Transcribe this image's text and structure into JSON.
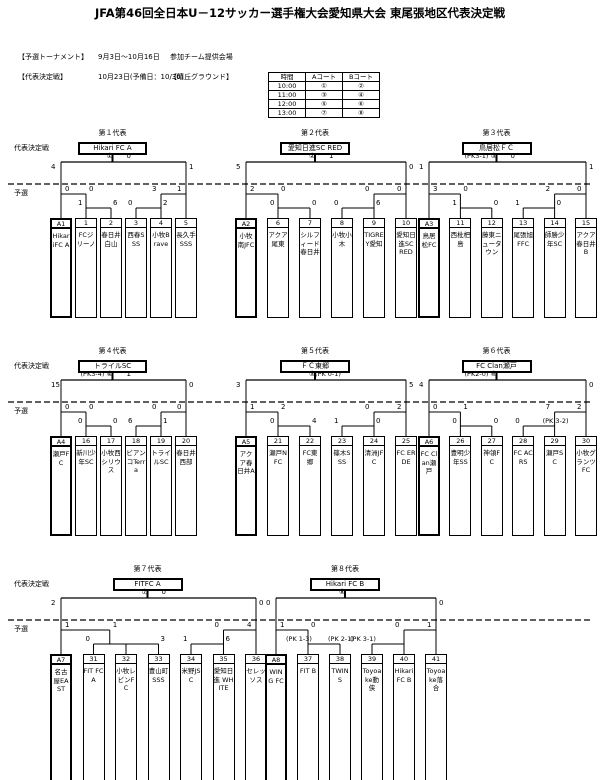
{
  "title": "JFA第46回全日本U－12サッカー選手権大会愛知県大会 東尾張地区代表決定戦",
  "info": {
    "prelim_label": "【予選トーナメント】",
    "prelim_dates": "9月3日～10月16日",
    "prelim_venue": "参加チーム提供会場",
    "final_label": "【代表決定戦】",
    "final_date": "10月23日(予備日：10/30)",
    "final_venue": "【晴丘グラウンド】"
  },
  "schedule": {
    "headers": [
      "時間",
      "Aコート",
      "Bコート"
    ],
    "rows": [
      [
        "10:00",
        "①",
        "②"
      ],
      [
        "11:00",
        "③",
        "④"
      ],
      [
        "12:00",
        "⑤",
        "⑥"
      ],
      [
        "13:00",
        "⑦",
        "⑧"
      ]
    ]
  },
  "labels": {
    "final": "代表決定戦",
    "prelim": "予選"
  },
  "groups": [
    {
      "rep": "第１代表",
      "winner": "Hikari FC A",
      "match": "①",
      "pk": "",
      "teams": [
        {
          "n": "A1",
          "name": "HikariFC A",
          "seed": true
        },
        {
          "n": "1",
          "name": "FCジリーノ"
        },
        {
          "n": "2",
          "name": "春日井白山"
        },
        {
          "n": "3",
          "name": "西春SSS"
        },
        {
          "n": "4",
          "name": "小牧Brave"
        },
        {
          "n": "5",
          "name": "長久手SSS"
        }
      ],
      "scores": [
        "4",
        "1",
        "0",
        "0",
        "3",
        "1",
        "1",
        "6",
        "0",
        "2",
        "0"
      ]
    },
    {
      "rep": "第２代表",
      "winner": "愛知日進SC RED",
      "match": "②",
      "pk": "",
      "teams": [
        {
          "n": "A2",
          "name": "小牧南JFC",
          "seed": true
        },
        {
          "n": "6",
          "name": "アクア尾東"
        },
        {
          "n": "7",
          "name": "シルフィード春日井"
        },
        {
          "n": "8",
          "name": "小牧小木"
        },
        {
          "n": "9",
          "name": "TIGREY愛知"
        },
        {
          "n": "10",
          "name": "愛知日進SC RED"
        }
      ],
      "scores": [
        "5",
        "0",
        "2",
        "0",
        "0",
        "0",
        "0",
        "0",
        "0",
        "6",
        "1"
      ]
    },
    {
      "rep": "第３代表",
      "winner": "鳥居松ＦＣ",
      "match": "③",
      "pk": "(PK3-1)",
      "teams": [
        {
          "n": "A3",
          "name": "鳥居松FC",
          "seed": true
        },
        {
          "n": "11",
          "name": "西枇杷島"
        },
        {
          "n": "12",
          "name": "藤東ニュータウン"
        },
        {
          "n": "13",
          "name": "尾張旭FFC"
        },
        {
          "n": "14",
          "name": "師勝少年SC"
        },
        {
          "n": "15",
          "name": "アクア春日井B"
        }
      ],
      "scores": [
        "1",
        "1",
        "3",
        "0",
        "2",
        "0",
        "1",
        "0",
        "1",
        "0",
        "0"
      ]
    },
    {
      "rep": "第４代表",
      "winner": "トライルSC",
      "match": "④",
      "pk": "(PK3-4)",
      "teams": [
        {
          "n": "A4",
          "name": "瀬戸FC",
          "seed": true
        },
        {
          "n": "16",
          "name": "新川少年SC"
        },
        {
          "n": "17",
          "name": "小牧西シリウス"
        },
        {
          "n": "18",
          "name": "ビアンコTerra"
        },
        {
          "n": "19",
          "name": "トライルSC"
        },
        {
          "n": "20",
          "name": "春日井西部"
        }
      ],
      "scores": [
        "15",
        "0",
        "0",
        "0",
        "0",
        "0",
        "0",
        "0",
        "6",
        "1",
        "1"
      ]
    },
    {
      "rep": "第５代表",
      "winner": "ＦＣ東郷",
      "match": "⑤",
      "pk": "",
      "teams": [
        {
          "n": "A5",
          "name": "アクア春日井A",
          "seed": true
        },
        {
          "n": "21",
          "name": "瀬戸NFC"
        },
        {
          "n": "22",
          "name": "FC東郷"
        },
        {
          "n": "23",
          "name": "篠木SSS"
        },
        {
          "n": "24",
          "name": "清洲JFC"
        },
        {
          "n": "25",
          "name": "FC ERDE"
        }
      ],
      "scores": [
        "3",
        "5",
        "1",
        "2",
        "0",
        "2",
        "0",
        "4",
        "1",
        "0",
        "(PK 0-1)"
      ]
    },
    {
      "rep": "第６代表",
      "winner": "FC Clan瀬戸",
      "match": "⑥",
      "pk": "(PK2-0)",
      "teams": [
        {
          "n": "A6",
          "name": "FC Clan瀬戸",
          "seed": true
        },
        {
          "n": "26",
          "name": "豊明少年SS"
        },
        {
          "n": "27",
          "name": "神領FC"
        },
        {
          "n": "28",
          "name": "FC ACRS"
        },
        {
          "n": "29",
          "name": "瀬戸SC"
        },
        {
          "n": "30",
          "name": "小牧グランツFC"
        }
      ],
      "scores": [
        "4",
        "0",
        "0",
        "1",
        "7",
        "2",
        "0",
        "0",
        "0",
        "(PK 3-2)",
        ""
      ]
    },
    {
      "rep": "第７代表",
      "winner": "FITFC A",
      "match": "⑦",
      "pk": "",
      "teams": [
        {
          "n": "A7",
          "name": "名古屋EAST",
          "seed": true
        },
        {
          "n": "31",
          "name": "FIT FC A"
        },
        {
          "n": "32",
          "name": "小牧レビンFC"
        },
        {
          "n": "33",
          "name": "豊山町SSS"
        },
        {
          "n": "34",
          "name": "米野JSC"
        },
        {
          "n": "35",
          "name": "愛知日進 WHITE"
        },
        {
          "n": "36",
          "name": "セレッソス"
        }
      ],
      "scores": [
        "2",
        "0",
        "1",
        "1",
        "0",
        "4",
        "0",
        "3",
        "1",
        "6",
        "0"
      ]
    },
    {
      "rep": "第８代表",
      "winner": "Hikari FC B",
      "match": "⑧",
      "pk": "",
      "teams": [
        {
          "n": "A8",
          "name": "WING FC",
          "seed": true
        },
        {
          "n": "37",
          "name": "FIT B"
        },
        {
          "n": "38",
          "name": "TWINS"
        },
        {
          "n": "39",
          "name": "Toyoake動侠"
        },
        {
          "n": "40",
          "name": "Hikari FC B"
        },
        {
          "n": "41",
          "name": "Toyoake落合"
        }
      ],
      "scores": [
        "0",
        "0",
        "1",
        "0",
        "0",
        "1",
        "(PK 1-3)",
        "(PK 2-1)",
        "(PK 3-1)",
        "",
        ""
      ]
    }
  ]
}
